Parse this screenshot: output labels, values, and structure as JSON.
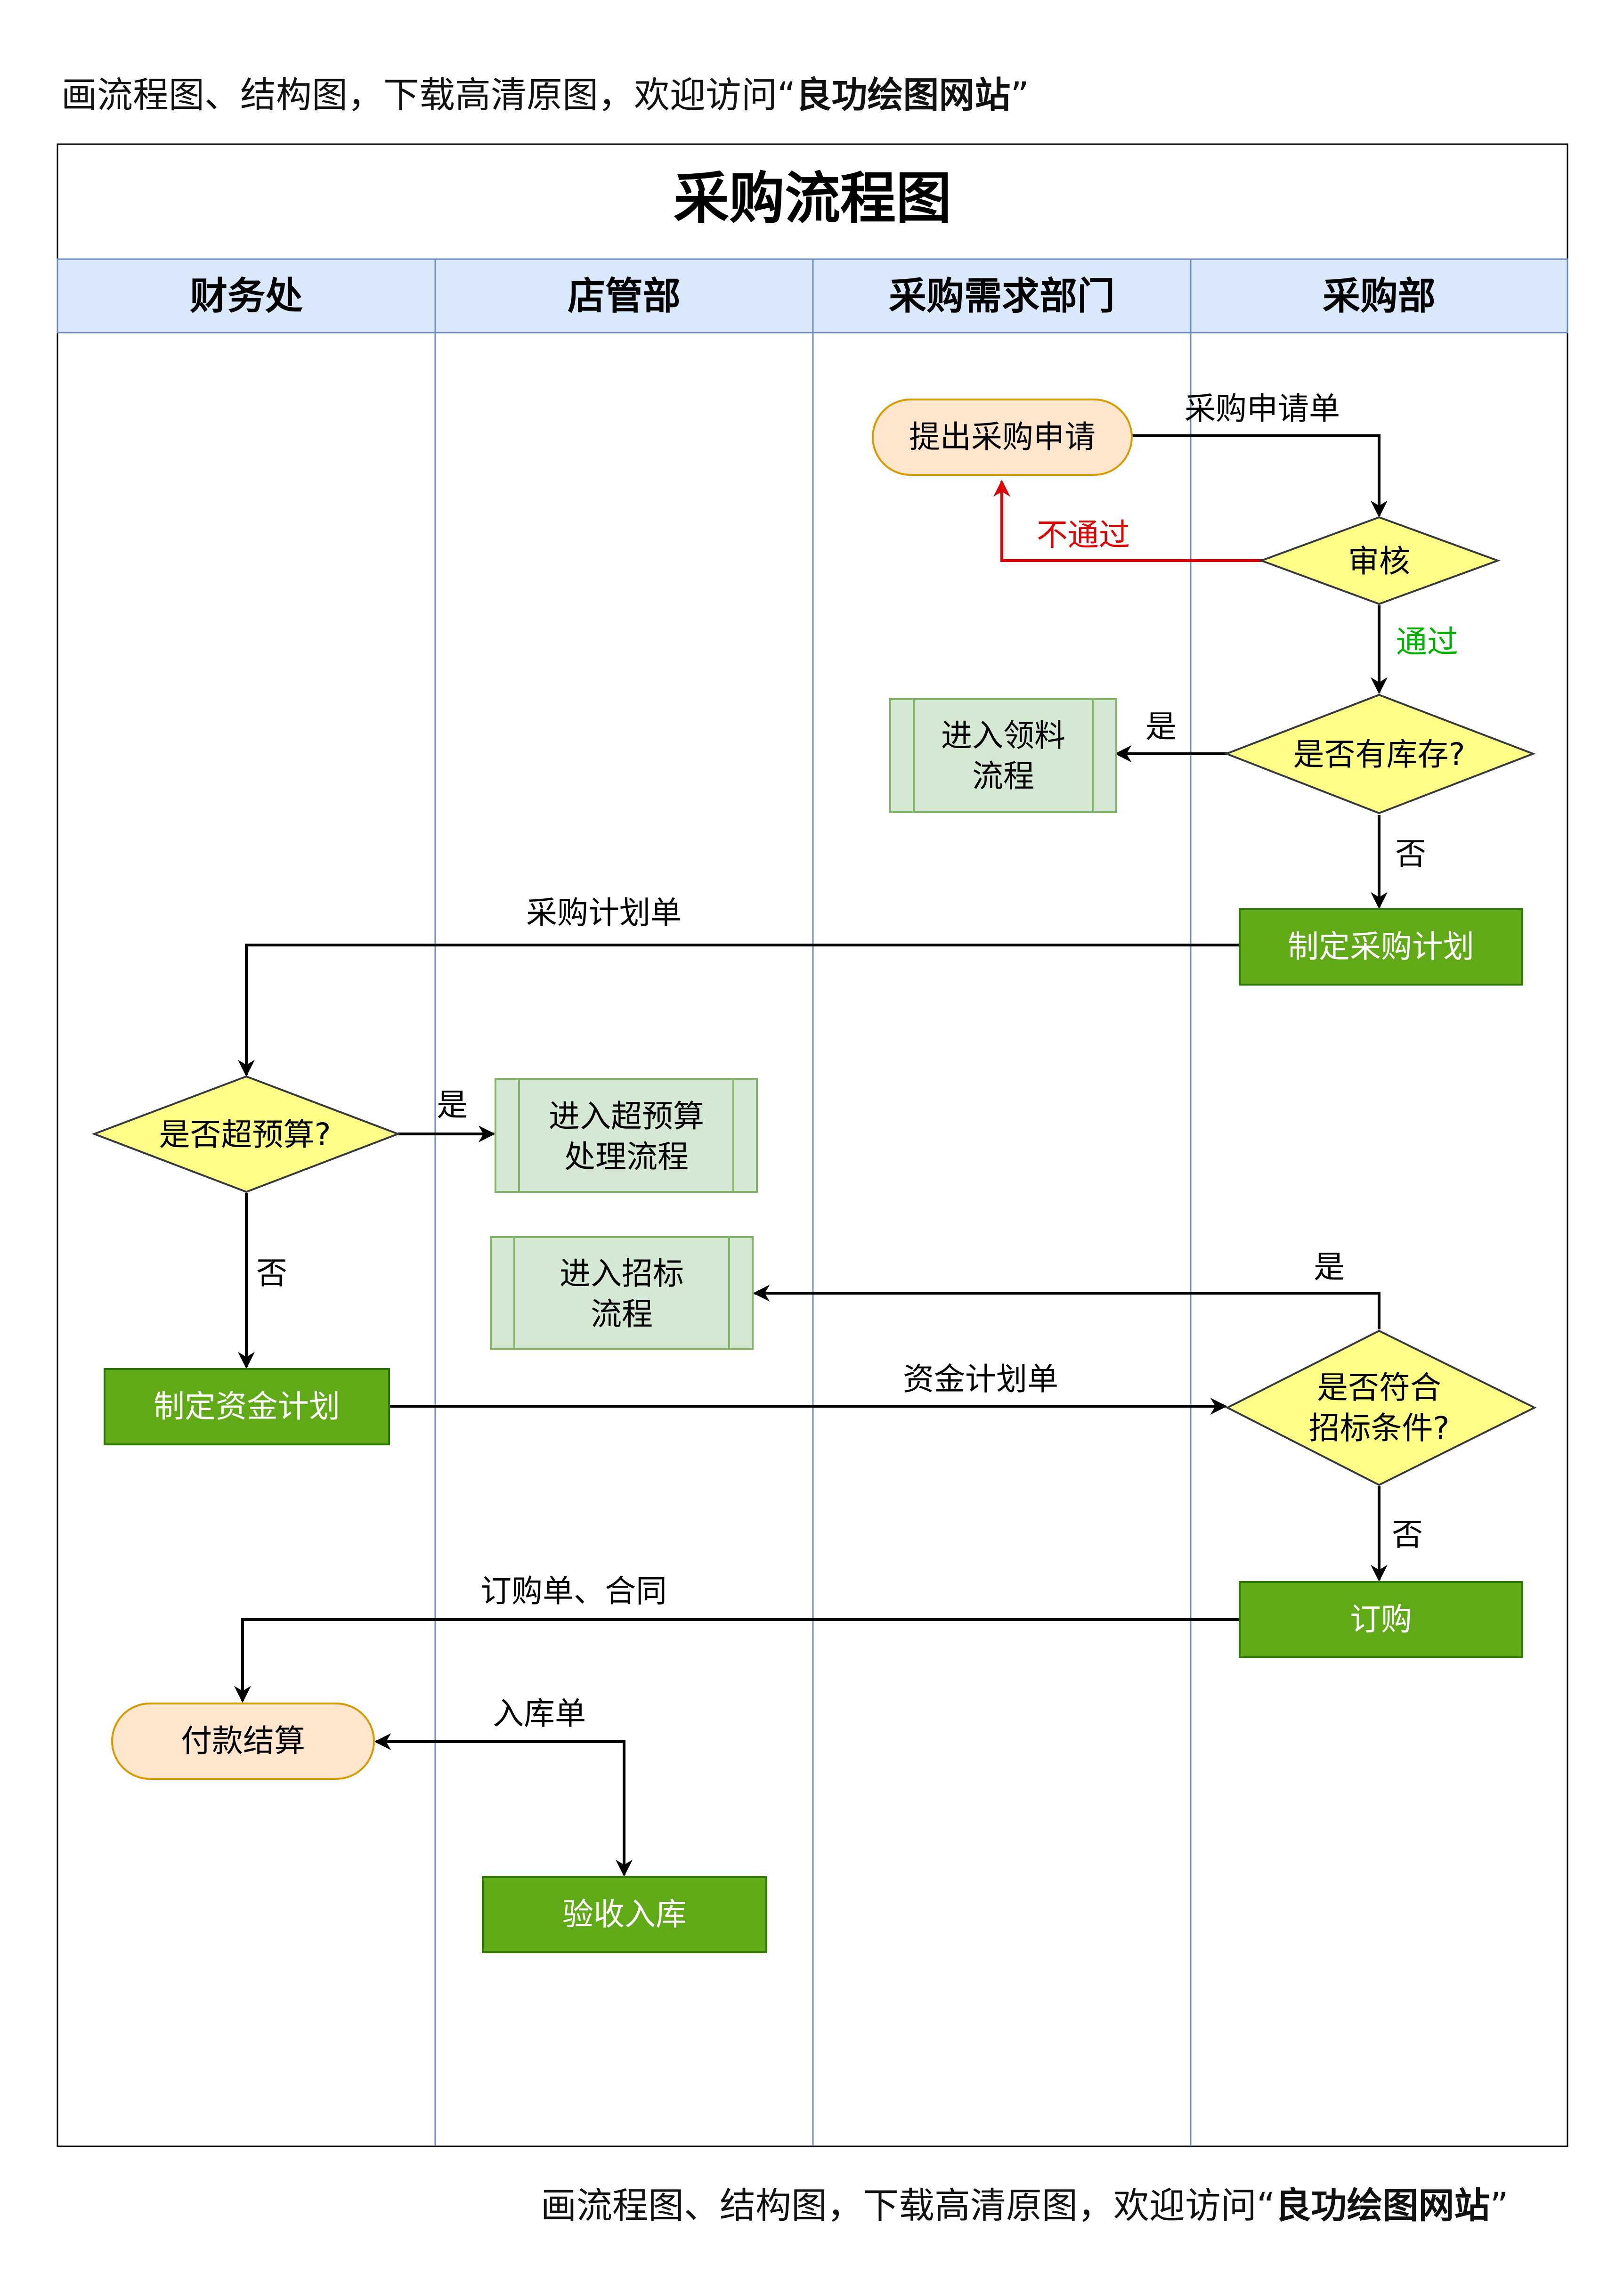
{
  "banner": {
    "text": "画流程图、结构图，下载高清原图，欢迎访问“",
    "site": "良功绘图网站",
    "close": "”"
  },
  "title": "采购流程图",
  "lanes": [
    "财务处",
    "店管部",
    "采购需求部门",
    "采购部"
  ],
  "nodes": {
    "submit_request": "提出采购申请",
    "review": "审核",
    "in_stock": "是否有库存?",
    "material_flow": [
      "进入领料",
      "流程"
    ],
    "make_plan": "制定采购计划",
    "over_budget": "是否超预算?",
    "over_budget_flow": [
      "进入超预算",
      "处理流程"
    ],
    "bidding_flow": [
      "进入招标",
      "流程"
    ],
    "fund_plan": "制定资金计划",
    "bidding_condition": [
      "是否符合",
      "招标条件?"
    ],
    "order": "订购",
    "payment": "付款结算",
    "acceptance": "验收入库"
  },
  "edges": {
    "request_form": "采购申请单",
    "reject": "不通过",
    "pass": "通过",
    "stock_yes": "是",
    "stock_no": "否",
    "plan_form": "采购计划单",
    "budget_yes": "是",
    "budget_no": "否",
    "bid_yes": "是",
    "fund_form": "资金计划单",
    "bid_no": "否",
    "order_form": "订购单、合同",
    "warehouse_form": "入库单"
  },
  "colors": {
    "terminal_fill": "#ffe6cc",
    "terminal_stroke": "#d79b00",
    "decision_fill": "#ffff88",
    "decision_stroke": "#36393d",
    "subprocess_fill": "#d5e8d4",
    "subprocess_stroke": "#82b366",
    "process_fill": "#60a917",
    "process_stroke": "#2d7600",
    "lane_header_fill": "#dae8fc",
    "lane_stroke": "#6c8ebf",
    "reject_color": "#e00000",
    "pass_color": "#00b000"
  }
}
